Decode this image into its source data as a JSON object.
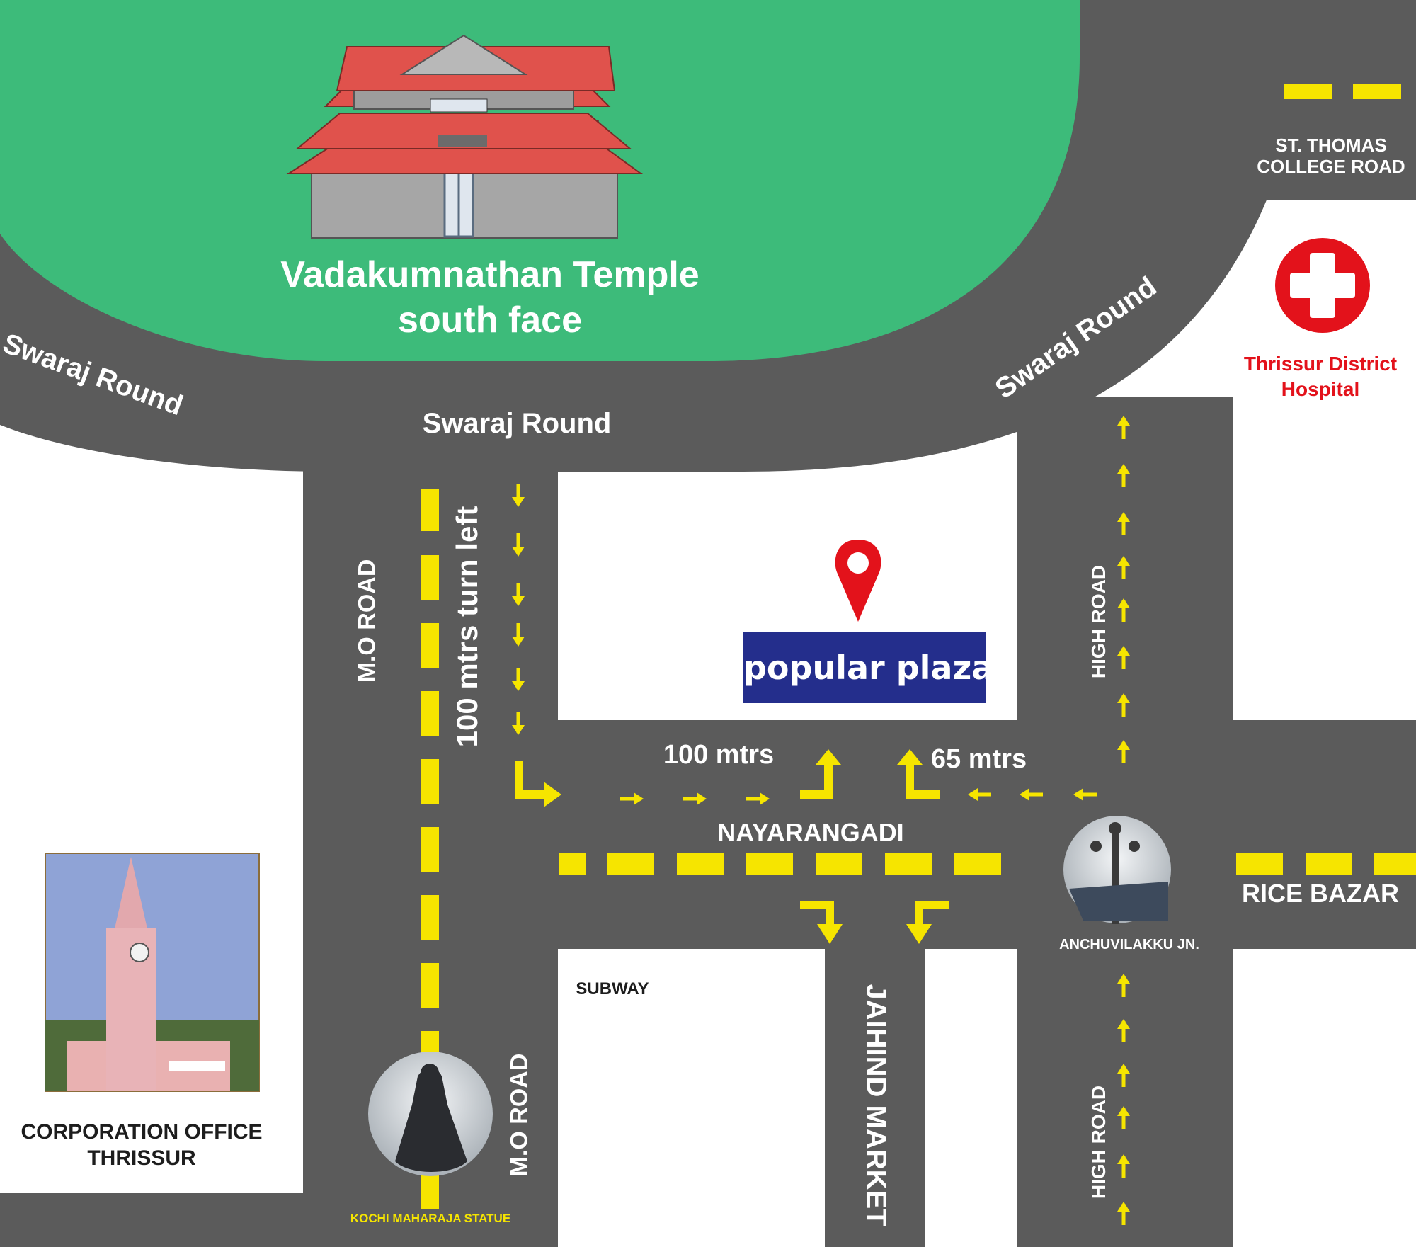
{
  "map": {
    "colors": {
      "road": "#5b5b5b",
      "ground": "#ffffff",
      "temple_ground": "#3dbb7a",
      "lane_marking": "#f6e500",
      "plaza_box": "#242e8c",
      "pin": "#e3121b",
      "hospital": "#e3121b"
    },
    "landmarks": {
      "temple_title_line1": "Vadakumnathan Temple",
      "temple_title_line2": "south face",
      "hospital_line1": "Thrissur District",
      "hospital_line2": "Hospital",
      "destination": "popular plaza",
      "corporation_line1": "CORPORATION OFFICE",
      "corporation_line2": "THRISSUR",
      "statue": "KOCHI MAHARAJA STATUE",
      "junction": "ANCHUVILAKKU JN.",
      "subway": "SUBWAY"
    },
    "roads": {
      "swaraj_round": "Swaraj Round",
      "st_thomas_line1": "ST. THOMAS",
      "st_thomas_line2": "COLLEGE ROAD",
      "mo_road": "M.O ROAD",
      "high_road": "HIGH ROAD",
      "nayarangadi": "NAYARANGADI",
      "rice_bazar": "RICE BAZAR",
      "jaihind_market": "JAIHIND MARKET"
    },
    "directions": {
      "turn_left": "100 mtrs turn left",
      "dist_100": "100 mtrs",
      "dist_65": "65 mtrs"
    },
    "icons": [
      "temple-icon",
      "hospital-cross-icon",
      "location-pin-icon",
      "clock-tower-photo",
      "statue-photo",
      "lamp-post-photo",
      "arrow-icon"
    ]
  }
}
